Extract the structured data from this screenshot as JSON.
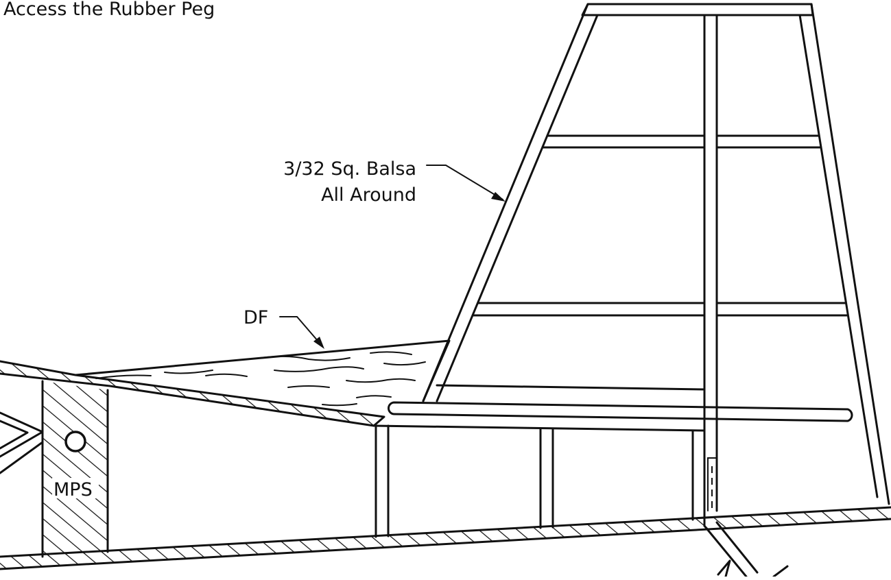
{
  "labels": {
    "top_note": "Access the Rubber Peg",
    "balsa_line1": "3/32 Sq. Balsa",
    "balsa_line2": "All Around",
    "df": "DF",
    "mps": "MPS"
  }
}
